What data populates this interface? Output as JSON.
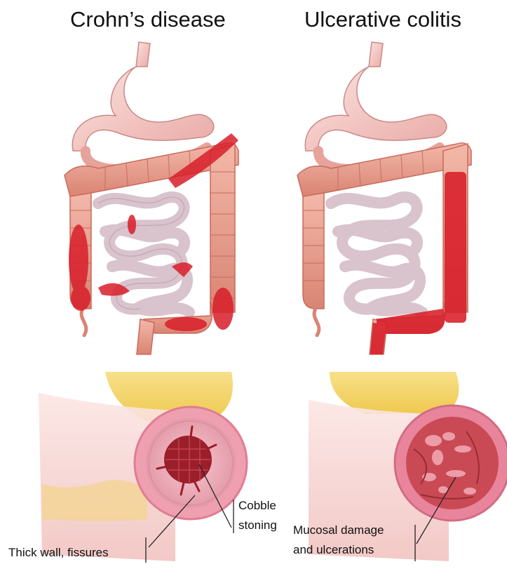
{
  "titles": {
    "left": "Crohn’s disease",
    "right": "Ulcerative colitis"
  },
  "labels": {
    "cobble_line1": "Cobble",
    "cobble_line2": "stoning",
    "thick_wall": "Thick wall, fissures",
    "mucosal_line1": "Mucosal damage",
    "mucosal_line2": "and ulcerations"
  },
  "colors": {
    "colon": "#e89b8a",
    "colon_dark": "#c96a5b",
    "inflamed": "#d81e2a",
    "small_bowel": "#d9c3cc",
    "stomach": "#f3c7c5",
    "fat": "#f2d36b",
    "mucosa": "#f2b6c0",
    "lumen_crohn": "#9a1f2a",
    "lumen_uc": "#c94a55"
  }
}
